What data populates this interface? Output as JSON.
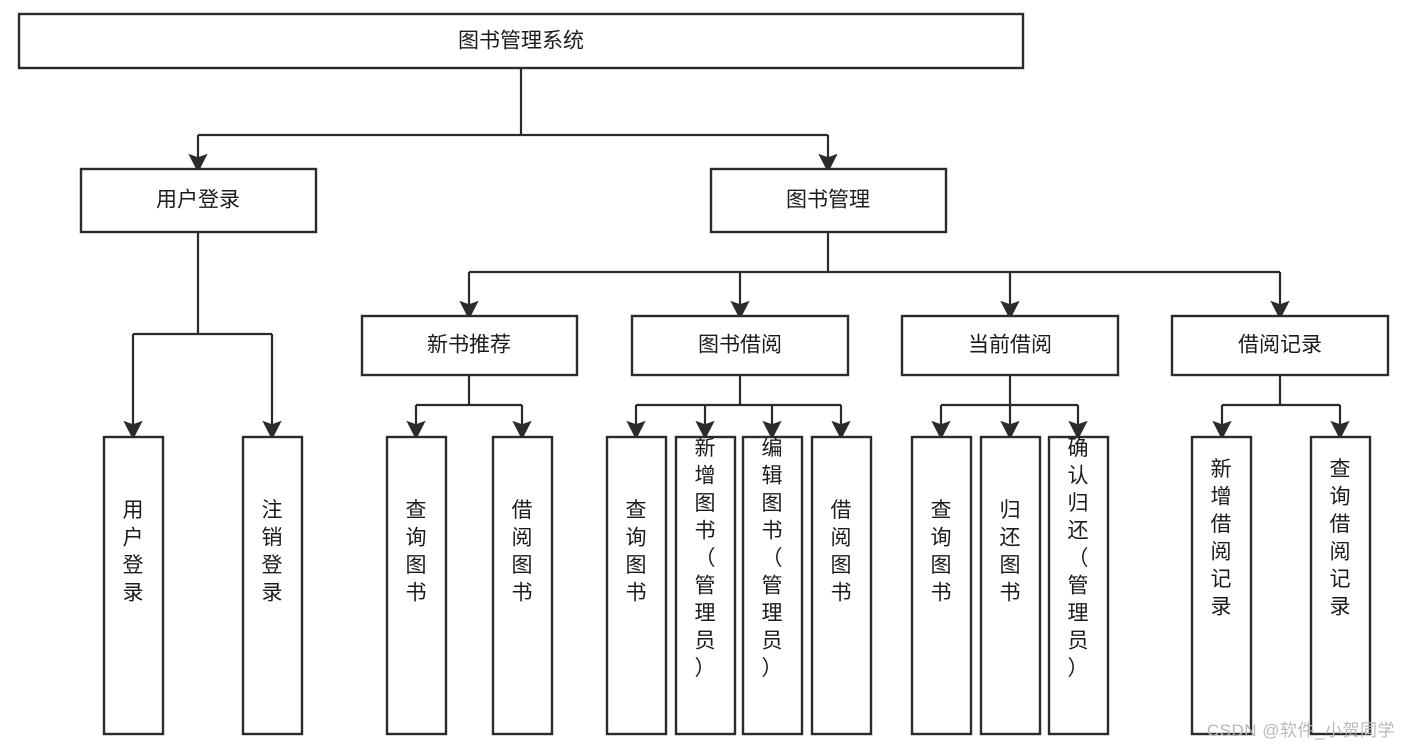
{
  "diagram": {
    "title": "图书管理系统",
    "type": "tree-hierarchy-chart",
    "watermark": "CSDN @软件_小贺同学",
    "colors": {
      "box_stroke": "#2b2b2b",
      "box_fill": "#ffffff",
      "connector": "#2b2b2b",
      "text": "#1b1b1b",
      "watermark": "#b9b9b9",
      "background": "#ffffff"
    },
    "root": {
      "label": "图书管理系统"
    },
    "level2": [
      {
        "label": "用户登录"
      },
      {
        "label": "图书管理"
      }
    ],
    "level3": [
      {
        "label": "新书推荐"
      },
      {
        "label": "图书借阅"
      },
      {
        "label": "当前借阅"
      },
      {
        "label": "借阅记录"
      }
    ],
    "leaves": {
      "user_login": [
        {
          "label": "用户登录"
        },
        {
          "label": "注销登录"
        }
      ],
      "new_book_recommend": [
        {
          "label": "查询图书"
        },
        {
          "label": "借阅图书"
        }
      ],
      "book_borrow": [
        {
          "label": "查询图书"
        },
        {
          "label": "新增图书（管理员）"
        },
        {
          "label": "编辑图书（管理员）"
        },
        {
          "label": "借阅图书"
        }
      ],
      "current_borrow": [
        {
          "label": "查询图书"
        },
        {
          "label": "归还图书"
        },
        {
          "label": "确认归还（管理员）"
        }
      ],
      "borrow_record": [
        {
          "label": "新增借阅记录"
        },
        {
          "label": "查询借阅记录"
        }
      ]
    }
  }
}
